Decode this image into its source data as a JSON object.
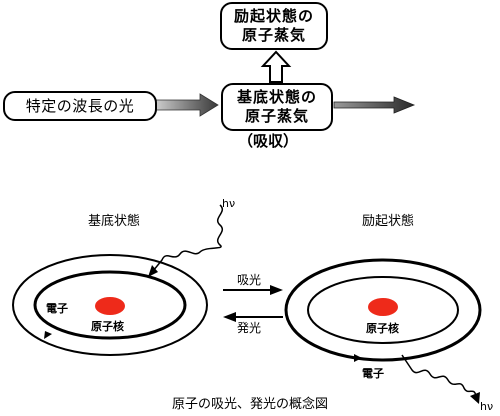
{
  "top": {
    "excited_box": {
      "line1": "励起状態の",
      "line2": "原子蒸気"
    },
    "ground_box": {
      "line1": "基底状態の",
      "line2": "原子蒸気"
    },
    "light_box": {
      "text": "特定の波長の光"
    },
    "absorption_label": "（吸収）"
  },
  "bottom": {
    "left_title": "基底状態",
    "right_title": "励起状態",
    "absorb_label": "吸光",
    "emit_label": "発光",
    "left_electron": "電子",
    "left_nucleus": "原子核",
    "right_electron": "電子",
    "right_nucleus": "原子核",
    "photon_in": "hν",
    "photon_out": "hν",
    "caption": "原子の吸光、発光の概念図"
  },
  "colors": {
    "nucleus": "#ee2a1a",
    "line": "#000000"
  }
}
